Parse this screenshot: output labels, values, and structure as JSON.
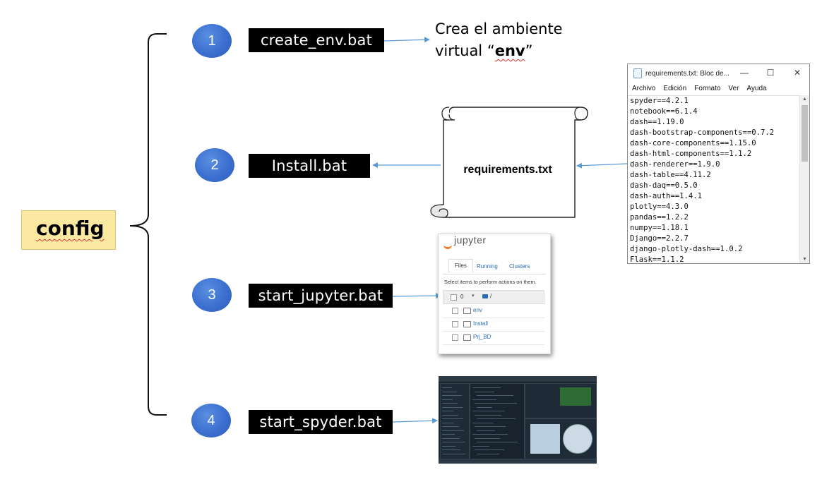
{
  "config_label": "config",
  "steps": [
    {
      "number": "1",
      "script": "create_env.bat"
    },
    {
      "number": "2",
      "script": "Install.bat"
    },
    {
      "number": "3",
      "script": "start_jupyter.bat"
    },
    {
      "number": "4",
      "script": "start_spyder.bat"
    }
  ],
  "step1_description": {
    "line1": "Crea el ambiente",
    "line2_prefix": "virtual “",
    "line2_bold": "env",
    "line2_suffix": "”"
  },
  "scroll_label": "requirements.txt",
  "notepad": {
    "title": "requirements.txt: Bloc de...",
    "controls": {
      "minimize": "—",
      "maximize": "☐",
      "close": "✕"
    },
    "menu": [
      "Archivo",
      "Edición",
      "Formato",
      "Ver",
      "Ayuda"
    ],
    "lines": [
      "spyder==4.2.1",
      "notebook==6.1.4",
      "dash==1.19.0",
      "dash-bootstrap-components==0.7.2",
      "dash-core-components==1.15.0",
      "dash-html-components==1.1.2",
      "dash-renderer==1.9.0",
      "dash-table==4.11.2",
      "dash-daq==0.5.0",
      "dash-auth==1.4.1",
      "plotly==4.3.0",
      "pandas==1.2.2",
      "numpy==1.18.1",
      "Django==2.2.7",
      "django-plotly-dash==1.0.2",
      "Flask==1.1.2"
    ]
  },
  "jupyter": {
    "logo": "jupyter",
    "tabs": [
      "Files",
      "Running",
      "Clusters"
    ],
    "note": "Select items to perform actions on them.",
    "toolbar_count": "0",
    "toolbar_path": "/",
    "items": [
      "env",
      "Install",
      "Prj_BD"
    ]
  },
  "colors": {
    "circle": "#3b6fd0",
    "arrow": "#5b9bd5",
    "config_fill": "#fbe9a2",
    "bat_box": "#000000"
  }
}
